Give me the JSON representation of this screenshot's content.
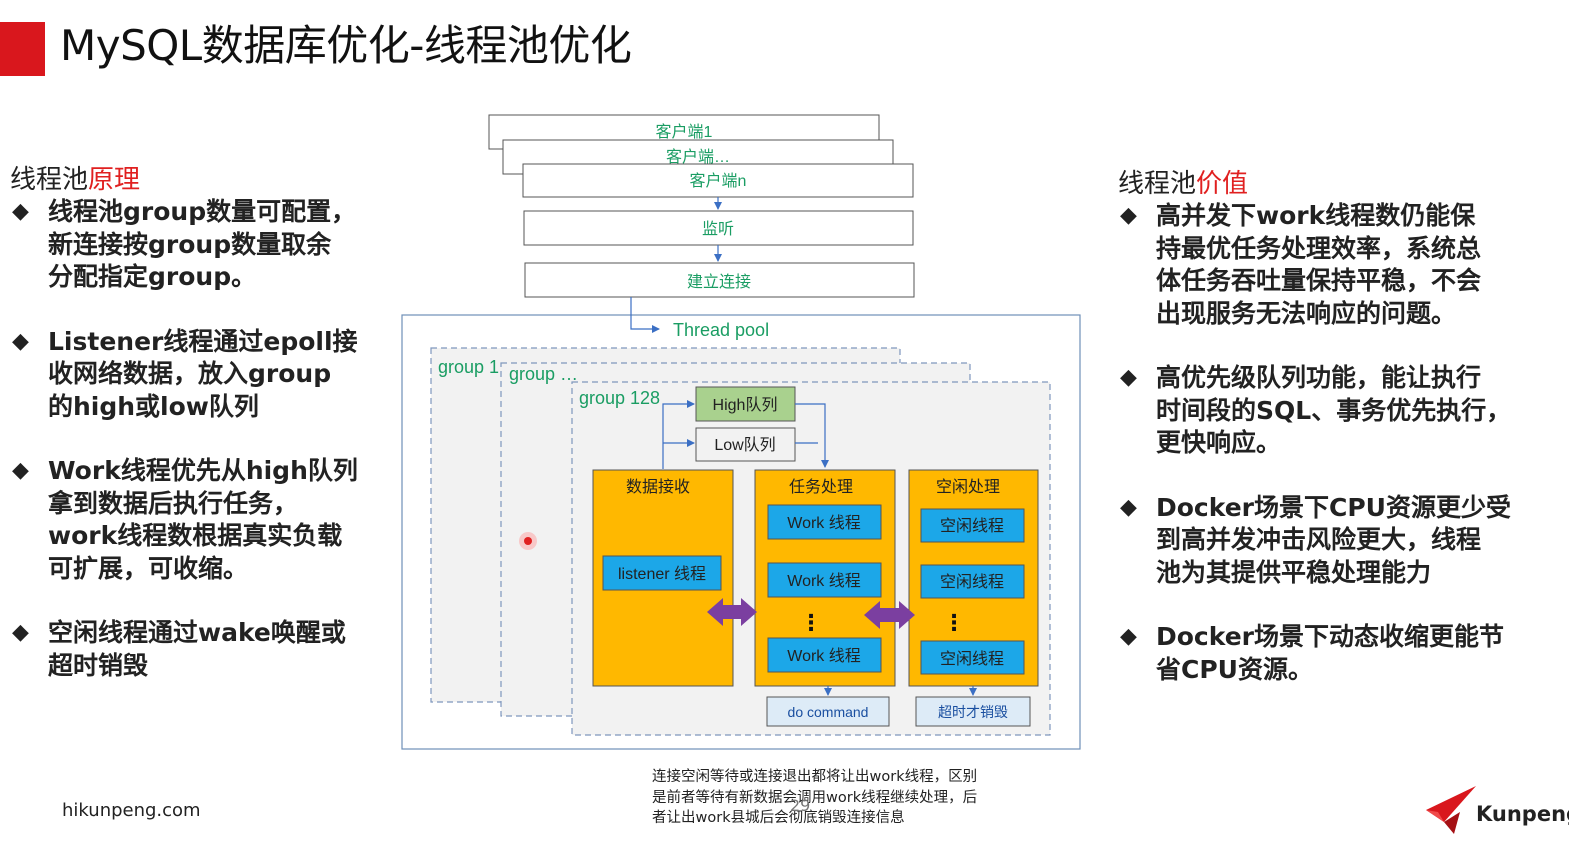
{
  "header": {
    "title": "MySQL数据库优化-线程池优化",
    "accent_color": "#d9171d"
  },
  "left": {
    "heading_prefix": "线程池",
    "heading_highlight": "原理",
    "bullets": [
      "线程池group数量可配置，\n新连接按group数量取余\n分配指定group。",
      "Listener线程通过epoll接\n收网络数据，放入group\n的high或low队列",
      "Work线程优先从high队列\n拿到数据后执行任务，\nwork线程数根据真实负载\n可扩展，可收缩。",
      "空闲线程通过wake唤醒或\n超时销毁"
    ]
  },
  "right": {
    "heading_prefix": "线程池",
    "heading_highlight": "价值",
    "bullets": [
      "高并发下work线程数仍能保\n持最优任务处理效率，系统总\n体任务吞吐量保持平稳，不会\n出现服务无法响应的问题。",
      "高优先级队列功能，能让执行\n时间段的SQL、事务优先执行，\n更快响应。",
      "Docker场景下CPU资源更少受\n到高并发冲击风险更大，线程\n池为其提供平稳处理能力",
      "Docker场景下动态收缩更能节\n省CPU资源。"
    ]
  },
  "diagram": {
    "clients": [
      "客户端1",
      "客户端…",
      "客户端n"
    ],
    "listen": "监听",
    "connect": "建立连接",
    "thread_pool": "Thread pool",
    "groups": [
      "group 1",
      "group …",
      "group 128"
    ],
    "high_queue": "High队列",
    "low_queue": "Low队列",
    "receive": {
      "title": "数据接收",
      "thread": "listener 线程"
    },
    "task": {
      "title": "任务处理",
      "threads": [
        "Work 线程",
        "Work 线程",
        "Work 线程"
      ],
      "ellipsis": "⋮",
      "output": "do command"
    },
    "idle": {
      "title": "空闲处理",
      "threads": [
        "空闲线程",
        "空闲线程",
        "空闲线程"
      ],
      "ellipsis": "⋮",
      "output": "超时才销毁"
    },
    "colors": {
      "green_text": "#1a9d63",
      "orange": "#ffb800",
      "blue": "#1ca7e8",
      "purple": "#7b3fa0",
      "high_fill": "#a9d18e"
    }
  },
  "footer": {
    "url": "hikunpeng.com",
    "note": "连接空闲等待或连接退出都将让出work线程，区别\n是前者等待有新数据会调用work线程继续处理，后\n者让出work县城后会彻底销毁连接信息",
    "page_number": "29",
    "brand": "Kunpeng"
  }
}
